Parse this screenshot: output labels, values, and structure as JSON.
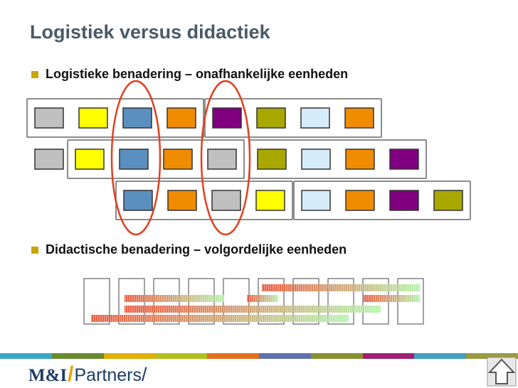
{
  "slide": {
    "title": "Logistiek versus didactiek",
    "bullets": [
      "Logistieke benadering – onafhankelijke eenheden",
      "Didactische benadering – volgordelijke eenheden"
    ]
  },
  "logo": {
    "mi": "M&I",
    "partners": "Partners"
  },
  "colors": {
    "gray": "#c0c0c0",
    "yellow": "#ffff00",
    "blue": "#5b8fc0",
    "orange": "#f08c00",
    "purple": "#800080",
    "olive": "#a8a800",
    "lightblue": "#d6ecfb",
    "bullet": "#c9a600",
    "highlight": "#e04020"
  },
  "logistic_rows": [
    {
      "groups": [
        [
          "gray",
          "yellow",
          "blue",
          "orange"
        ],
        [
          "purple",
          "olive",
          "lightblue",
          "orange"
        ]
      ]
    },
    {
      "loose": [
        "gray"
      ],
      "groups": [
        [
          "yellow",
          "blue",
          "orange",
          "gray"
        ],
        [
          "olive",
          "lightblue",
          "orange",
          "purple"
        ]
      ]
    },
    {
      "groups": [
        [
          "blue",
          "orange",
          "gray",
          "yellow"
        ],
        [
          "lightblue",
          "orange",
          "purple",
          "olive"
        ]
      ]
    }
  ],
  "didactic": {
    "columns": 10,
    "gradient_from": "#e84020",
    "gradient_to": "#a8f0a0"
  },
  "footer_colors": [
    "#3aa8c8",
    "#6a8a30",
    "#e0b000",
    "#b0c020",
    "#e07020",
    "#6070b0",
    "#889030",
    "#a02070",
    "#40a0c0",
    "#9a9a40"
  ],
  "icons": [
    "up-arrow-icon"
  ]
}
